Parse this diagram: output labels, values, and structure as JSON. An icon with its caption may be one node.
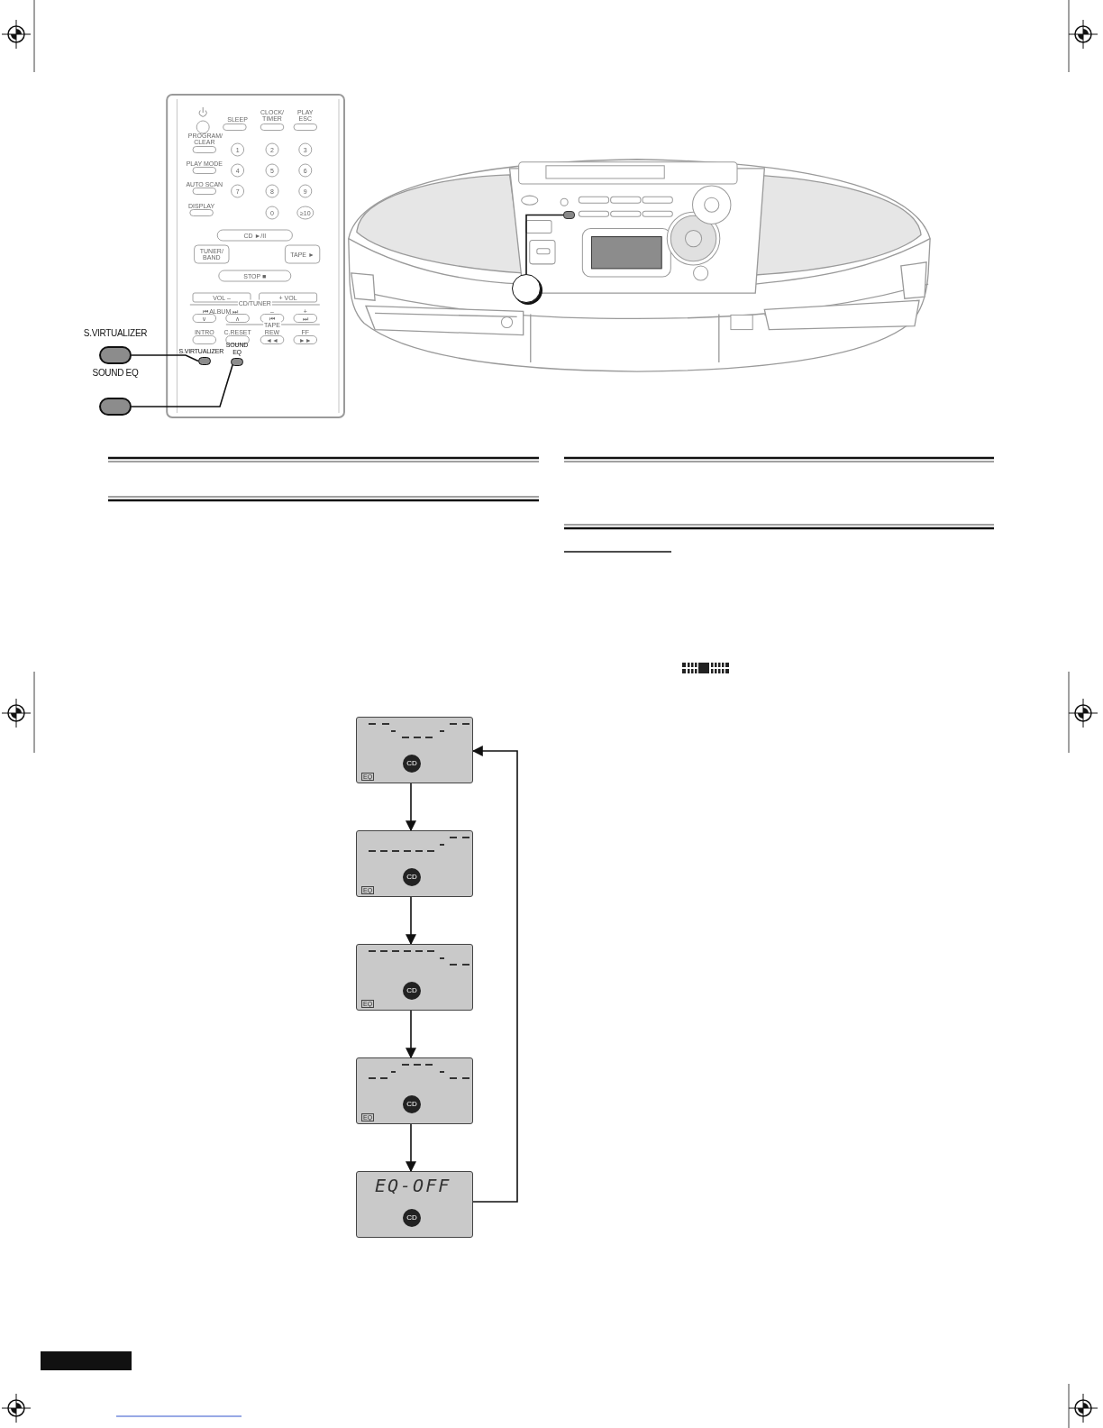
{
  "diagram": {
    "nodes": [
      {
        "text": [
          "S.VIRTUALIZER"
        ]
      },
      {
        "text": [
          "SOUND EQ"
        ]
      },
      {
        "text": [
          "S.VIRTUALIZER"
        ]
      },
      {
        "text": [
          "SOUND EQ"
        ]
      },
      {
        "text": [],
        "shape": "circle"
      },
      {
        "text": [],
        "shape": "box"
      },
      {
        "text": [
          "CD",
          "EQ"
        ]
      },
      {
        "text": [
          "CD",
          "EQ"
        ]
      },
      {
        "text": [
          "CD",
          "EQ"
        ]
      },
      {
        "text": [
          "CD",
          "EQ"
        ]
      },
      {
        "text": [
          "EQ-OFF",
          "CD"
        ]
      }
    ],
    "edges": [
      {
        "from": 0,
        "to": 2,
        "arrow": "none"
      },
      {
        "from": 1,
        "to": 3,
        "arrow": "none"
      },
      {
        "from": 4,
        "to": 5,
        "arrow": "none"
      },
      {
        "from": 6,
        "to": 7,
        "arrow": "to"
      },
      {
        "from": 7,
        "to": 8,
        "arrow": "to"
      },
      {
        "from": 8,
        "to": 9,
        "arrow": "to"
      },
      {
        "from": 9,
        "to": 10,
        "arrow": "to"
      },
      {
        "from": 10,
        "to": 6,
        "arrow": "to"
      }
    ],
    "labels": [
      "SLEEP",
      "CLOCK/ TIMER",
      "PLAY ESC",
      "PROGRAM/ CLEAR",
      "1",
      "2",
      "3",
      "PLAY MODE",
      "4",
      "5",
      "6",
      "AUTO SCAN",
      "7",
      "8",
      "9",
      "DISPLAY",
      "0",
      "≥10",
      "CD ►/II",
      "TUNER/ BAND",
      "TAPE ►",
      "STOP ■",
      "VOL –",
      "+ VOL",
      "CD/TUNER",
      "⏮ ALBUM ⏭",
      "–",
      "+",
      "TAPE",
      "INTRO",
      "C.RESET",
      "REW",
      "FF",
      "∨",
      "∧",
      "⏮",
      "⏭",
      "◄◄",
      "►►"
    ]
  }
}
